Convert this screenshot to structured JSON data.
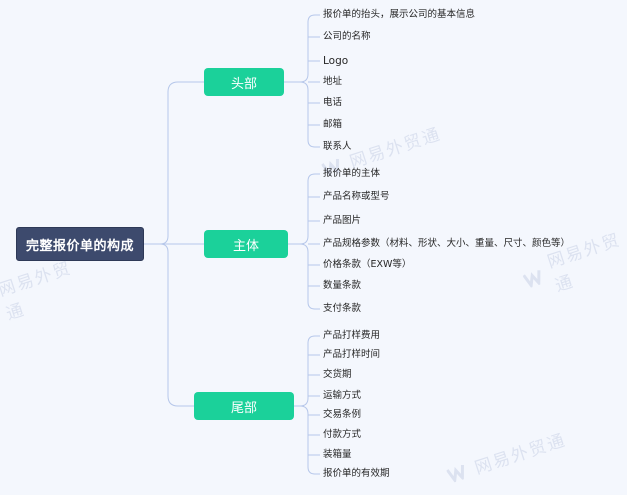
{
  "root": {
    "label": "完整报价单的构成"
  },
  "branches": [
    {
      "label": "头部",
      "items": [
        "报价单的抬头，展示公司的基本信息",
        "公司的名称",
        "Logo",
        "地址",
        "电话",
        "邮箱",
        "联系人"
      ]
    },
    {
      "label": "主体",
      "items": [
        "报价单的主体",
        "产品名称或型号",
        "产品图片",
        "产品规格参数（材料、形状、大小、重量、尺寸、颜色等）",
        "价格条款（EXW等）",
        "数量条款",
        "支付条款"
      ]
    },
    {
      "label": "尾部",
      "items": [
        "产品打样费用",
        "产品打样时间",
        "交货期",
        "运输方式",
        "交易条例",
        "付款方式",
        "装箱量",
        "报价单的有效期"
      ]
    }
  ],
  "watermark": {
    "text": "网易外贸通"
  },
  "colors": {
    "root": "#3d4a6d",
    "branch": "#1bd19a",
    "line": "#b6c7ea",
    "text": "#262626"
  }
}
